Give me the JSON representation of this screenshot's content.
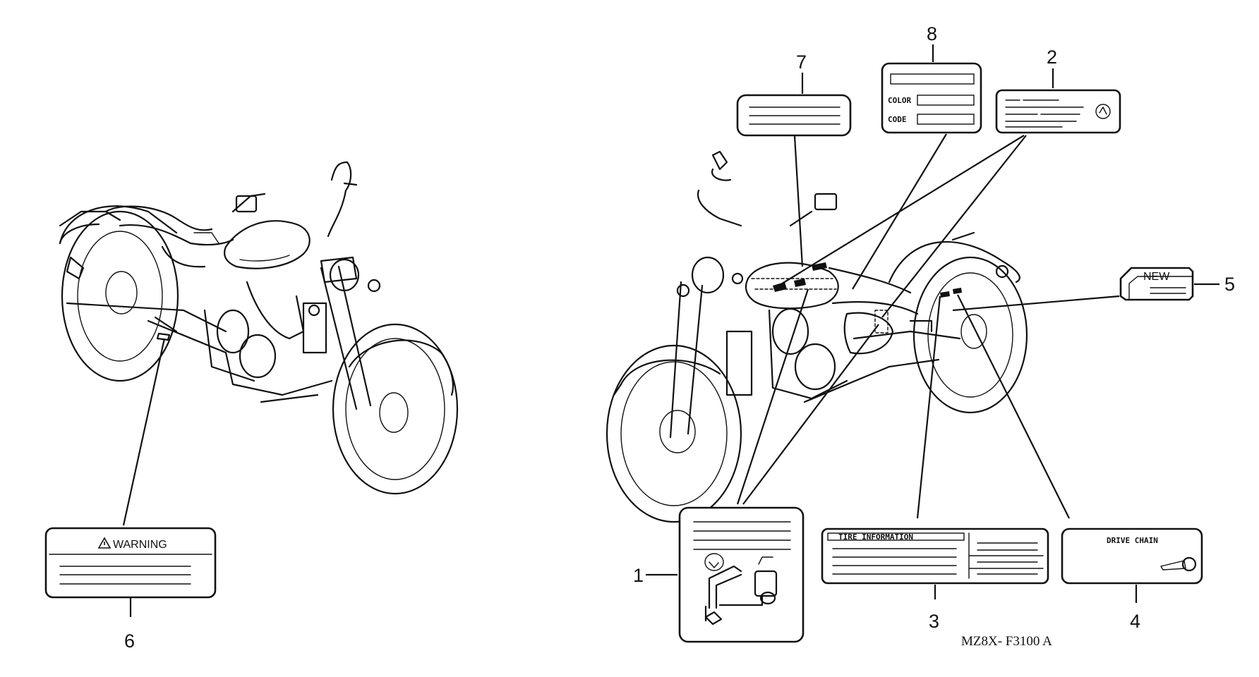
{
  "callouts": {
    "c1": "1",
    "c2": "2",
    "c3": "3",
    "c4": "4",
    "c5": "5",
    "c6": "6",
    "c7": "7",
    "c8": "8"
  },
  "labels": {
    "warning_text": "WARNING",
    "warning_icon": "warning-triangle-icon",
    "color_text": "COLOR",
    "code_text": "CODE",
    "tire_info_text": "TIRE  INFORMATION",
    "drive_chain_text": "DRIVE CHAIN",
    "new_text": "NEW"
  },
  "diagram_code": "MZ8X- F3100 A"
}
